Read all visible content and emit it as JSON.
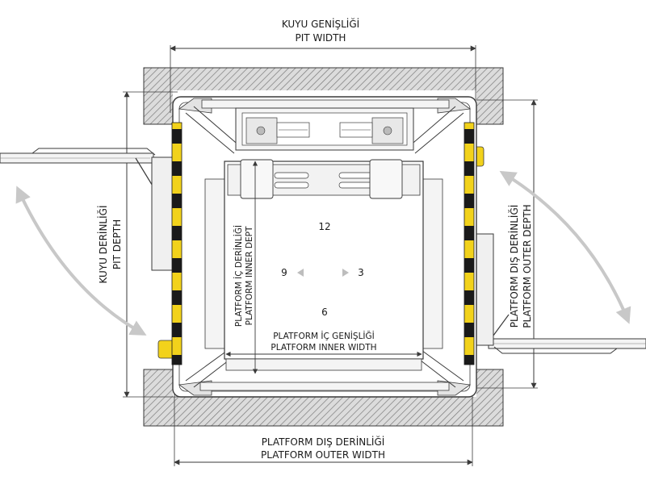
{
  "labels": {
    "pit_width_tr": "KUYU GENİŞLİĞİ",
    "pit_width_en": "PIT WIDTH",
    "pit_depth_tr": "KUYU DERİNLİĞİ",
    "pit_depth_en": "PIT DEPTH",
    "platform_inner_depth_tr": "PLATFORM İÇ DERİNLİĞİ",
    "platform_inner_depth_en": "PLATFORM INNER DEPT",
    "platform_inner_width_tr": "PLATFORM İÇ GENİŞLİĞİ",
    "platform_inner_width_en": "PLATFORM INNER WIDTH",
    "platform_outer_depth_tr": "PLATFORM DIŞ DERİNLİĞİ",
    "platform_outer_depth_en": "PLATFORM OUTER DEPTH",
    "platform_outer_width_tr": "PLATFORM DIŞ DERİNLİĞİ",
    "platform_outer_width_en": "PLATFORM OUTER WIDTH"
  },
  "clock": {
    "top": "12",
    "left": "9",
    "right": "3",
    "bottom": "6"
  },
  "colors": {
    "line": "#3a3a3a",
    "wall_hatch": "#8c8c8c",
    "wall_fill": "#d9d9d9",
    "buffer_yellow": "#f2d21b",
    "buffer_black": "#1a1a1a",
    "arrow_gray": "#c8c8c8",
    "frame_gray": "#e3e3e3"
  }
}
